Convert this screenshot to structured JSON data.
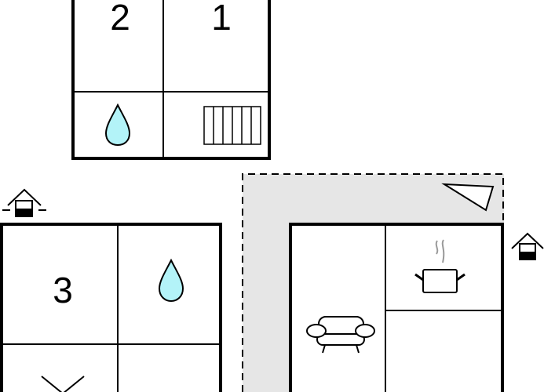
{
  "floorplan": {
    "rooms": [
      {
        "id": "bedroom-2",
        "label": "2"
      },
      {
        "id": "bedroom-1",
        "label": "1"
      },
      {
        "id": "bedroom-3",
        "label": "3"
      }
    ],
    "icons": [
      "water-drop-icon",
      "radiator-icon",
      "water-drop-icon",
      "entrance-house-icon",
      "entrance-house-icon",
      "cooking-pot-icon",
      "sofa-icon",
      "terrace-triangle-icon",
      "bed-chevron-icon"
    ],
    "colors": {
      "wall": "#000000",
      "water": "#b3f3f8",
      "terrace": "#e6e6e6",
      "steam": "#999999"
    }
  }
}
